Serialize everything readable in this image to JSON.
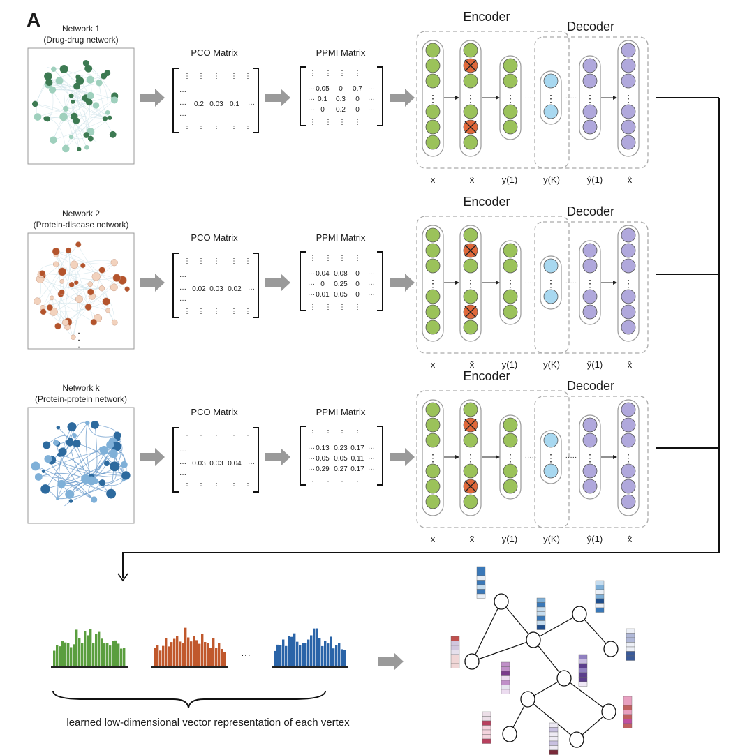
{
  "panel_label": "A",
  "rows": [
    {
      "network_title": "Network 1",
      "network_subtitle": "(Drug-drug network)",
      "network_color": "#3d7a52",
      "network_light": "#9fd0bd",
      "pco_title": "PCO Matrix",
      "pco_values": [
        "0.2",
        "0.03",
        "0.1"
      ],
      "ppmi_title": "PPMI Matrix",
      "ppmi_values": [
        [
          "0.05",
          "0",
          "0.7"
        ],
        [
          "0.1",
          "0.3",
          "0"
        ],
        [
          "0",
          "0.2",
          "0"
        ]
      ],
      "encoder_label": "Encoder",
      "decoder_label": "Decoder",
      "layer_labels": [
        "x",
        "x̃",
        "y(1)",
        "y(K)",
        "ŷ(1)",
        "x̂"
      ]
    },
    {
      "network_title": "Network 2",
      "network_subtitle": "(Protein-disease network)",
      "network_color": "#b4542c",
      "network_light": "#f2d2bd",
      "pco_title": "PCO Matrix",
      "pco_values": [
        "0.02",
        "0.03",
        "0.02"
      ],
      "ppmi_title": "PPMI Matrix",
      "ppmi_values": [
        [
          "0.04",
          "0.08",
          "0"
        ],
        [
          "0",
          "0.25",
          "0"
        ],
        [
          "0.01",
          "0.05",
          "0"
        ]
      ],
      "encoder_label": "Encoder",
      "decoder_label": "Decoder",
      "layer_labels": [
        "x",
        "x̃",
        "y(1)",
        "y(K)",
        "ŷ(1)",
        "x̂"
      ]
    },
    {
      "network_title": "Network k",
      "network_subtitle": "(Protein-protein network)",
      "network_color": "#2d6a9e",
      "network_light": "#7fb0d8",
      "pco_title": "PCO Matrix",
      "pco_values": [
        "0.03",
        "0.03",
        "0.04"
      ],
      "ppmi_title": "PPMI Matrix",
      "ppmi_values": [
        [
          "0.13",
          "0.23",
          "0.17"
        ],
        [
          "0.05",
          "0.05",
          "0.11"
        ],
        [
          "0.29",
          "0.27",
          "0.17"
        ]
      ],
      "encoder_label": "Encoder",
      "decoder_label": "Decoder",
      "layer_labels": [
        "x",
        "x̃",
        "y(1)",
        "y(K)",
        "ŷ(1)",
        "x̂"
      ]
    }
  ],
  "bottom_caption": "learned low-dimensional vector representation of each vertex",
  "histogram_colors": [
    "#5a9e3e",
    "#c0582c",
    "#2a64a8"
  ],
  "histogram_ellipsis": "···",
  "colors": {
    "green_node": "#9bc25a",
    "orange_node": "#e0683a",
    "blue_node": "#a8d8f0",
    "purple_node": "#b0a8dc",
    "arrow_gray": "#9a9a9a"
  }
}
